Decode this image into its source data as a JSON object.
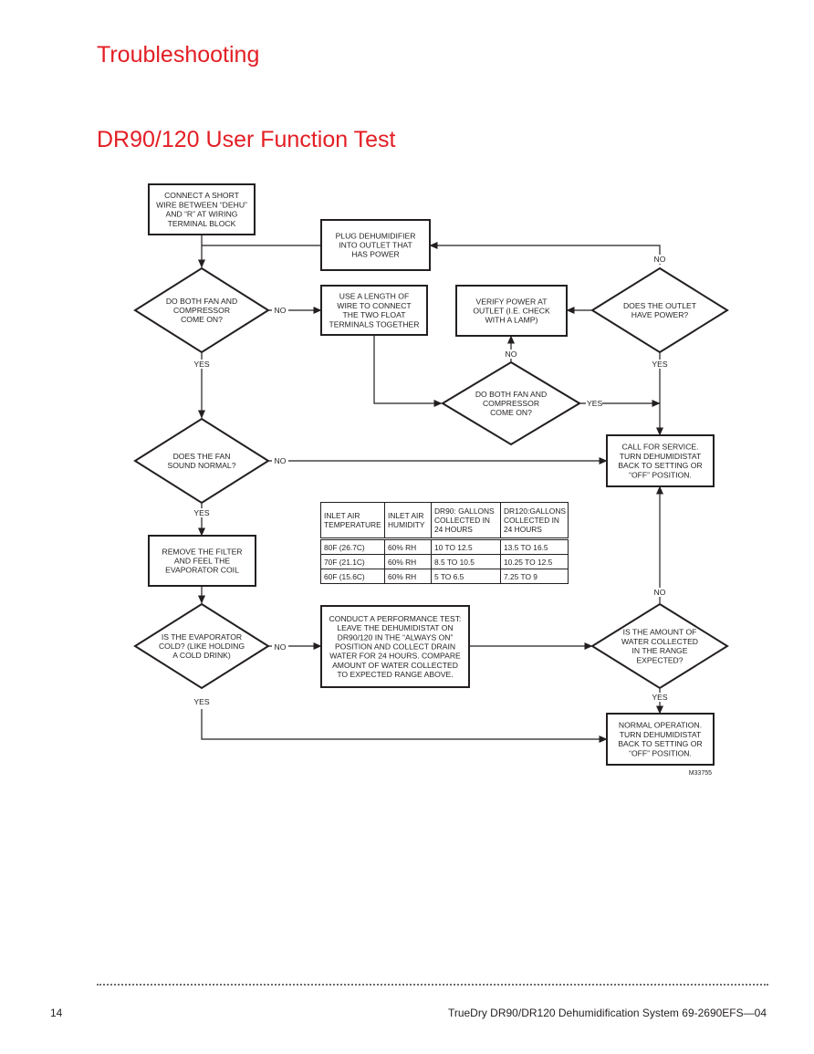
{
  "section_title": "Troubleshooting",
  "subtitle": "DR90/120 User Function Test",
  "flowchart": {
    "connect_wire": [
      "CONNECT A SHORT",
      "WIRE BETWEEN “DEHU”",
      "AND “R” AT WIRING",
      "TERMINAL BLOCK"
    ],
    "plug_in": [
      "PLUG DEHUMIDIFIER",
      "INTO OUTLET THAT",
      "HAS POWER"
    ],
    "q_fan_compressor": [
      "DO BOTH FAN AND",
      "COMPRESSOR",
      "COME ON?"
    ],
    "use_wire": [
      "USE A LENGTH OF",
      "WIRE TO CONNECT",
      "THE TWO FLOAT",
      "TERMINALS TOGETHER"
    ],
    "verify_power": [
      "VERIFY POWER AT",
      "OUTLET (I.E. CHECK",
      "WITH A LAMP)"
    ],
    "q_outlet_power": [
      "DOES THE OUTLET",
      "HAVE POWER?"
    ],
    "q_fan_compressor_2": [
      "DO BOTH FAN AND",
      "COMPRESSOR",
      "COME ON?"
    ],
    "call_service": [
      "CALL FOR SERVICE.",
      "TURN DEHUMIDISTAT",
      "BACK TO SETTING OR",
      "“OFF” POSITION."
    ],
    "q_fan_normal": [
      "DOES THE FAN",
      "SOUND NORMAL?"
    ],
    "remove_filter": [
      "REMOVE THE FILTER",
      "AND FEEL THE",
      "EVAPORATOR COIL"
    ],
    "q_evaporator": [
      "IS THE EVAPORATOR",
      "COLD? (LIKE HOLDING",
      "A COLD DRINK)"
    ],
    "performance_test": [
      "CONDUCT A PERFORMANCE TEST:",
      "LEAVE THE DEHUMIDISTAT ON",
      "DR90/120 IN THE “ALWAYS ON”",
      "POSITION AND COLLECT DRAIN",
      "WATER FOR 24 HOURS. COMPARE",
      "AMOUNT OF WATER COLLECTED",
      "TO EXPECTED RANGE ABOVE."
    ],
    "q_water_range": [
      "IS THE AMOUNT OF",
      "WATER COLLECTED",
      "IN THE RANGE",
      "EXPECTED?"
    ],
    "normal_operation": [
      "NORMAL OPERATION.",
      "TURN DEHUMIDISTAT",
      "BACK TO SETTING OR",
      "“OFF” POSITION."
    ],
    "yes": "YES",
    "no": "NO",
    "figure_id": "M33755"
  },
  "range_table": {
    "headers": [
      [
        "INLET AIR",
        "TEMPERATURE"
      ],
      [
        "INLET AIR",
        "HUMIDITY"
      ],
      [
        "DR90: GALLONS",
        "COLLECTED IN",
        "24 HOURS"
      ],
      [
        "DR120:GALLONS",
        "COLLECTED IN",
        "24 HOURS"
      ]
    ],
    "rows": [
      [
        "80F (26.7C)",
        "60% RH",
        "10 TO 12.5",
        "13.5 TO 16.5"
      ],
      [
        "70F (21.1C)",
        "60% RH",
        "8.5 TO 10.5",
        "10.25 TO 12.5"
      ],
      [
        "60F (15.6C)",
        "60% RH",
        "5 TO 6.5",
        "7.25 TO 9"
      ]
    ]
  },
  "footer": {
    "page_number": "14",
    "document": "TrueDry DR90/DR120 Dehumidification System   69-2690EFS—04"
  },
  "colors": {
    "heading": "#e31e24",
    "ink": "#231f20"
  }
}
